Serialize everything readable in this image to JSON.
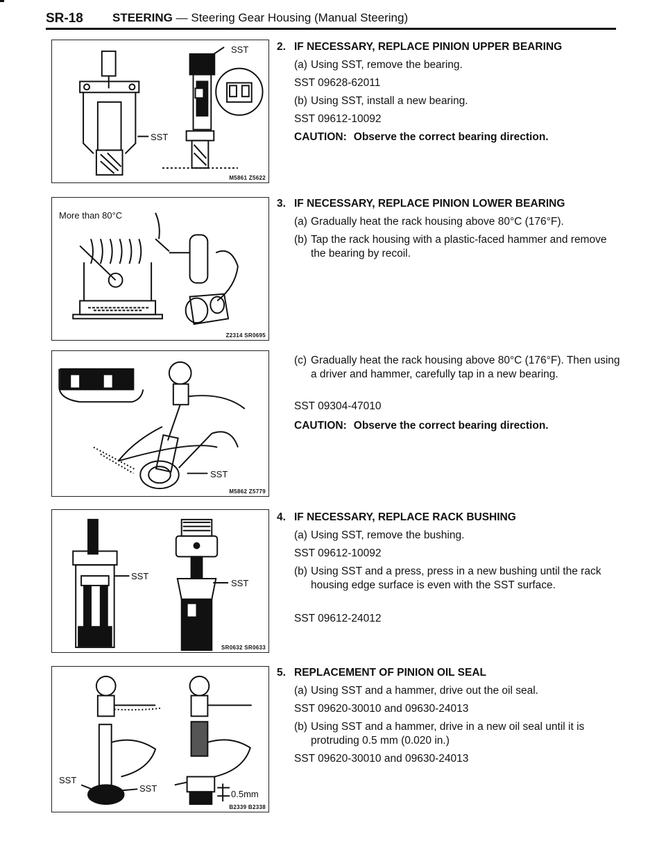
{
  "header": {
    "page_number": "SR-18",
    "title_bold": "STEERING",
    "title_rest": " — Steering Gear Housing (Manual Steering)"
  },
  "figures": [
    {
      "code": "M5861 Z5622",
      "labels": [
        "SST",
        "SST"
      ]
    },
    {
      "code": "Z2314 SR0695",
      "caption": "More than 80°C"
    },
    {
      "code": "M5862 Z5779",
      "labels": [
        "SST"
      ]
    },
    {
      "code": "SR0632 SR0633",
      "labels": [
        "SST",
        "SST"
      ]
    },
    {
      "code": "B2339 B2338",
      "labels": [
        "SST",
        "SST",
        "0.5mm"
      ]
    }
  ],
  "sections": [
    {
      "number": "2.",
      "title": "IF NECESSARY, REPLACE PINION UPPER BEARING",
      "steps": [
        {
          "label": "(a)",
          "text": "Using SST, remove the bearing."
        },
        {
          "sst": "SST 09628-62011"
        },
        {
          "label": "(b)",
          "text": "Using SST, install a new bearing."
        },
        {
          "sst": "SST 09612-10092"
        }
      ],
      "caution": {
        "label": "CAUTION:",
        "text": "Observe the correct bearing direction."
      }
    },
    {
      "number": "3.",
      "title": "IF NECESSARY, REPLACE PINION LOWER BEARING",
      "steps": [
        {
          "label": "(a)",
          "text": "Gradually heat the rack housing above 80°C (176°F)."
        },
        {
          "label": "(b)",
          "text": "Tap the rack housing with a plastic-faced hammer and remove the bearing by recoil."
        },
        {
          "label": "(c)",
          "text": "Gradually heat the rack housing above 80°C (176°F). Then using a driver and hammer, carefully tap in a new bearing."
        },
        {
          "sst": "SST 09304-47010"
        }
      ],
      "caution": {
        "label": "CAUTION:",
        "text": "Observe the correct bearing direction."
      }
    },
    {
      "number": "4.",
      "title": "IF NECESSARY, REPLACE RACK BUSHING",
      "steps": [
        {
          "label": "(a)",
          "text": "Using SST, remove the bushing."
        },
        {
          "sst": "SST 09612-10092"
        },
        {
          "label": "(b)",
          "text": "Using SST and a press, press in a new bushing until the rack housing edge surface is even with the SST surface."
        },
        {
          "sst": "SST 09612-24012"
        }
      ]
    },
    {
      "number": "5.",
      "title": "REPLACEMENT OF PINION OIL SEAL",
      "steps": [
        {
          "label": "(a)",
          "text": "Using SST and a hammer, drive out the oil seal."
        },
        {
          "sst": "SST 09620-30010 and 09630-24013"
        },
        {
          "label": "(b)",
          "text": "Using SST and a hammer, drive in a new oil seal until it is protruding 0.5 mm (0.020 in.)"
        },
        {
          "sst": "SST 09620-30010 and 09630-24013"
        }
      ]
    }
  ]
}
